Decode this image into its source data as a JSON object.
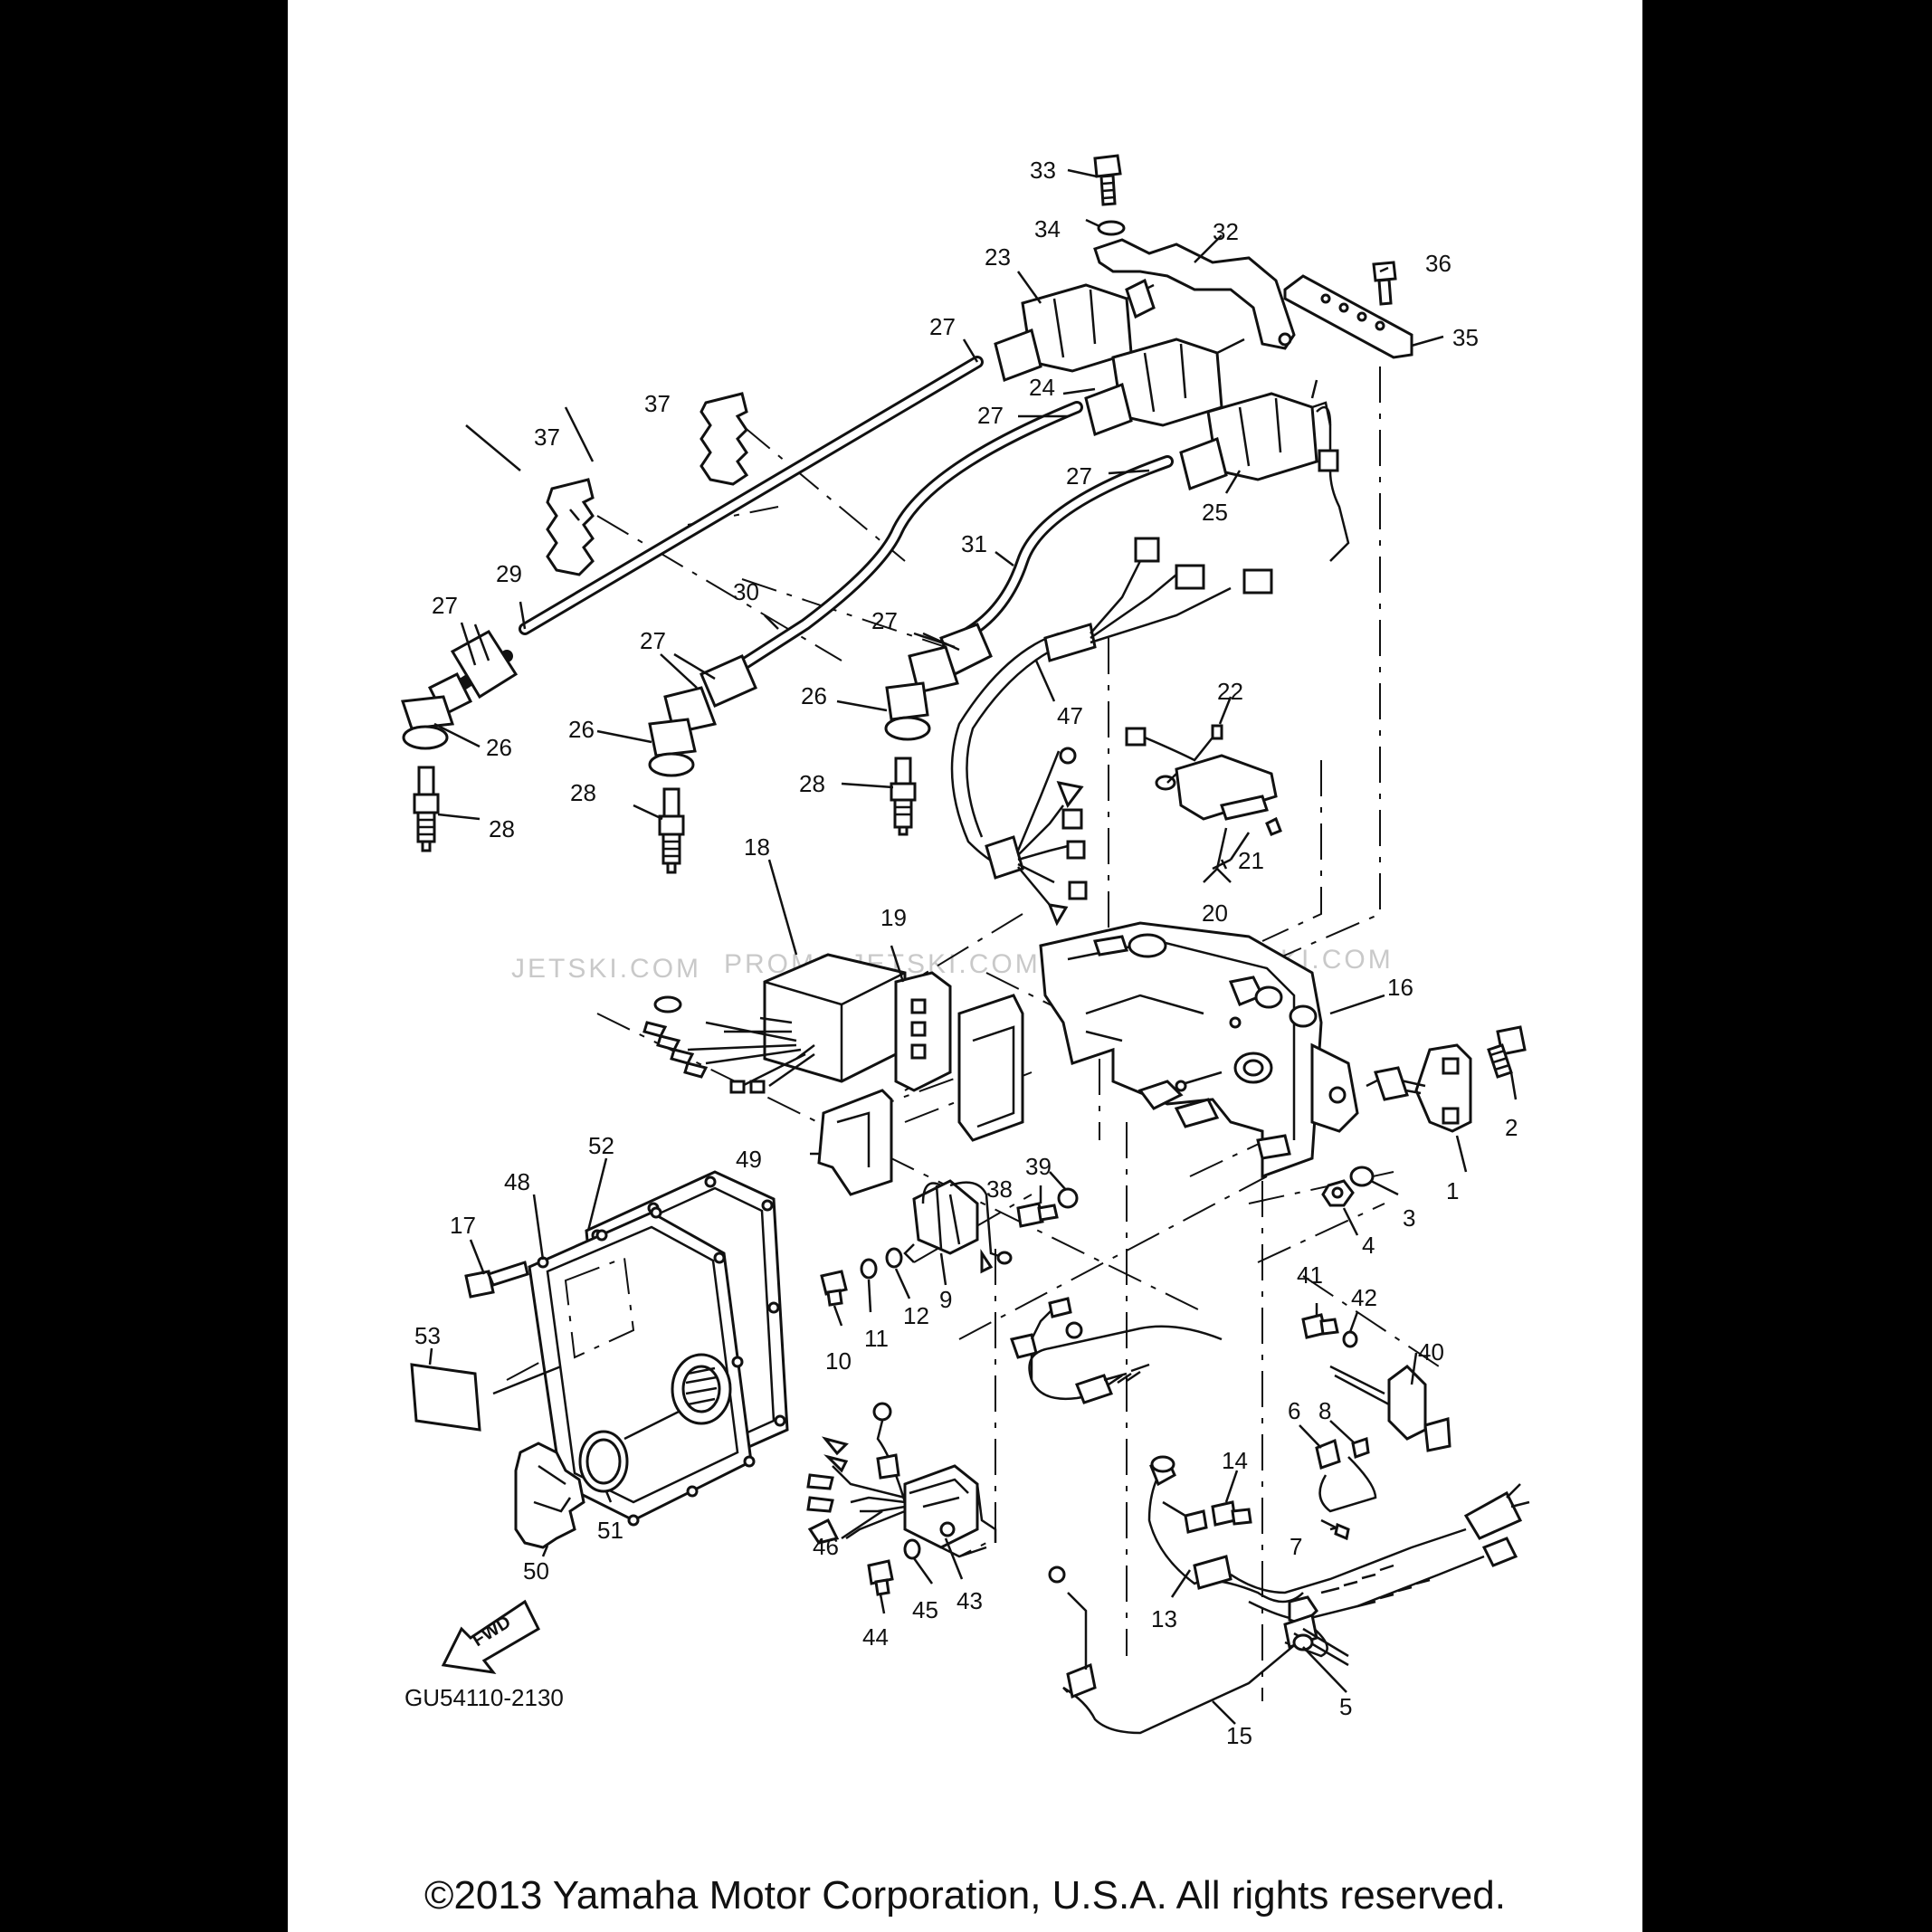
{
  "diagram": {
    "part_code": "GU54110-2130",
    "fwd_label": "FWD",
    "watermark": [
      "JETSKI.COM",
      "PROMO.JETSKI.COM",
      "PROMO.JETSKI.COM"
    ],
    "callouts": [
      "1",
      "2",
      "3",
      "4",
      "5",
      "6",
      "7",
      "8",
      "9",
      "10",
      "11",
      "12",
      "13",
      "14",
      "15",
      "16",
      "17",
      "18",
      "19",
      "20",
      "21",
      "22",
      "23",
      "24",
      "25",
      "26",
      "26",
      "26",
      "27",
      "27",
      "27",
      "27",
      "27",
      "27",
      "28",
      "28",
      "28",
      "29",
      "30",
      "31",
      "32",
      "33",
      "34",
      "35",
      "36",
      "37",
      "37",
      "38",
      "39",
      "40",
      "41",
      "42",
      "43",
      "44",
      "45",
      "46",
      "47",
      "48",
      "49",
      "50",
      "51",
      "52",
      "53"
    ]
  },
  "footer": {
    "copyright": "©2013 Yamaha Motor Corporation, U.S.A. All rights reserved."
  }
}
